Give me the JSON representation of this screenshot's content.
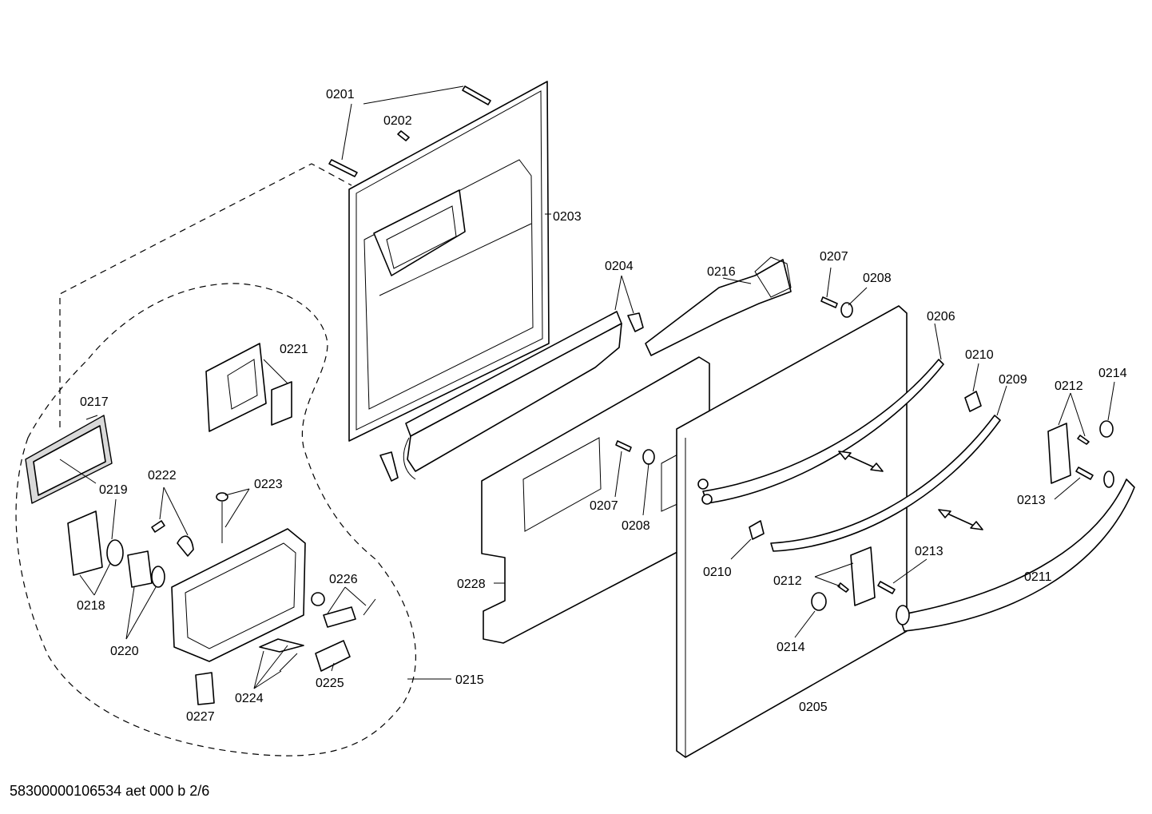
{
  "footer_text": "58300000106534 aet 000 b 2/6",
  "callouts": {
    "c0201": "0201",
    "c0202": "0202",
    "c0203": "0203",
    "c0204": "0204",
    "c0205": "0205",
    "c0206": "0206",
    "c0207a": "0207",
    "c0207b": "0207",
    "c0208a": "0208",
    "c0208b": "0208",
    "c0209": "0209",
    "c0210a": "0210",
    "c0210b": "0210",
    "c0211": "0211",
    "c0212a": "0212",
    "c0212b": "0212",
    "c0213a": "0213",
    "c0213b": "0213",
    "c0214a": "0214",
    "c0214b": "0214",
    "c0215": "0215",
    "c0216": "0216",
    "c0217": "0217",
    "c0218": "0218",
    "c0219": "0219",
    "c0220": "0220",
    "c0221": "0221",
    "c0222": "0222",
    "c0223": "0223",
    "c0224": "0224",
    "c0225": "0225",
    "c0226": "0226",
    "c0227": "0227",
    "c0228": "0228"
  }
}
